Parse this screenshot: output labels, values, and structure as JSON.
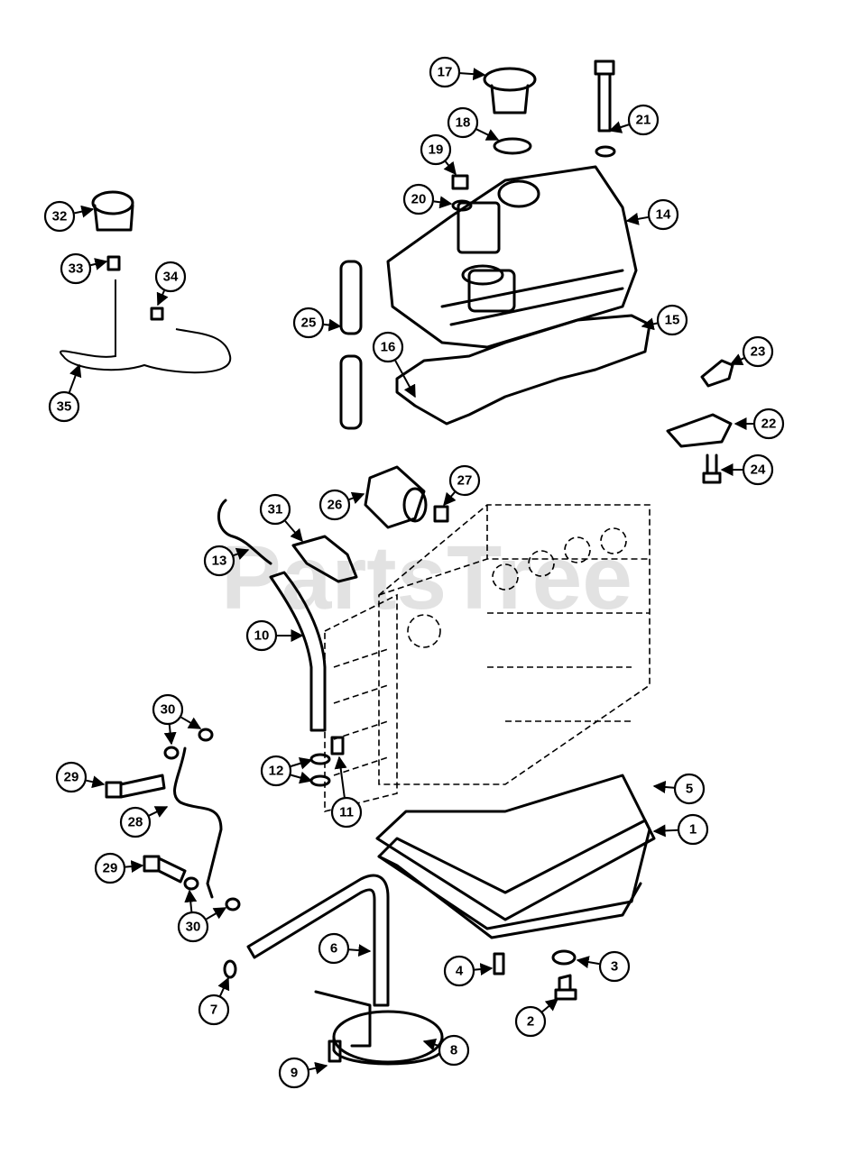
{
  "watermark": "PartsTree",
  "callouts": [
    "1",
    "2",
    "3",
    "4",
    "5",
    "6",
    "7",
    "8",
    "9",
    "10",
    "11",
    "12",
    "13",
    "14",
    "15",
    "16",
    "17",
    "18",
    "19",
    "20",
    "21",
    "22",
    "23",
    "24",
    "25",
    "26",
    "27",
    "28",
    "29",
    "30",
    "31",
    "32",
    "33",
    "34",
    "35",
    "29",
    "30"
  ]
}
